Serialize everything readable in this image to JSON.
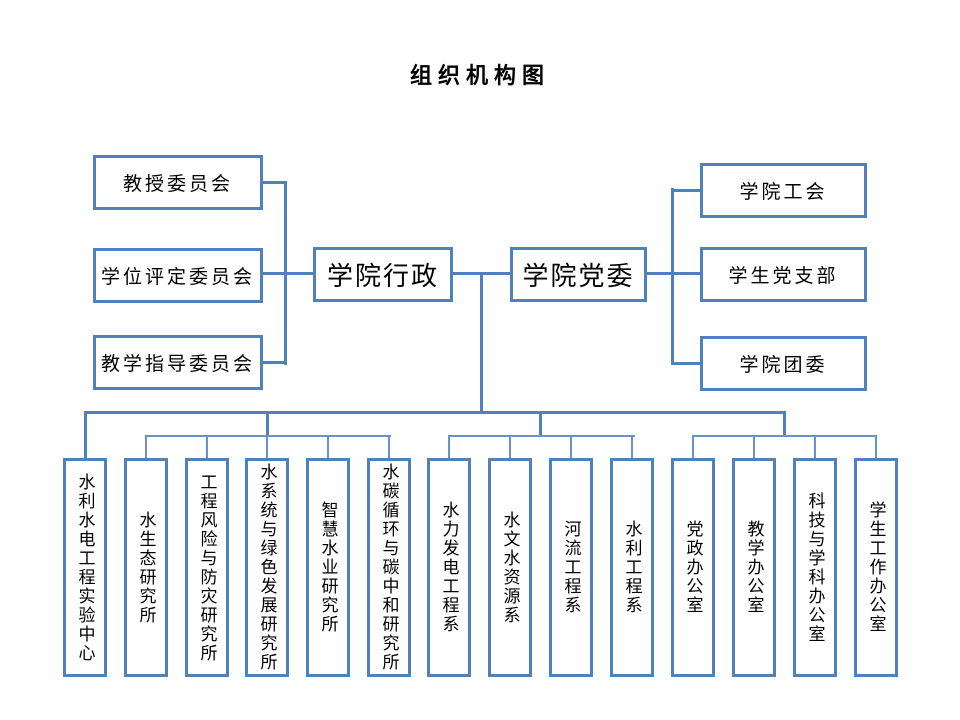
{
  "title": "组织机构图",
  "colors": {
    "line_blue": "#4f81bd",
    "box_fill": "#ffffff",
    "text": "#000000",
    "background": "#ffffff"
  },
  "org": {
    "admin": {
      "label": "学院行政",
      "committees": [
        "教授委员会",
        "学位评定委员会",
        "教学指导委员会"
      ]
    },
    "party": {
      "label": "学院党委",
      "organizations": [
        "学院工会",
        "学生党支部",
        "学院团委"
      ]
    },
    "departments": [
      "水利水电工程实验中心",
      "水生态研究所",
      "工程风险与防灾研究所",
      "水系统与绿色发展研究所",
      "智慧水业研究所",
      "水碳循环与碳中和研究所",
      "水力发电工程系",
      "水文水资源系",
      "河流工程系",
      "水利工程系",
      "党政办公室",
      "教学办公室",
      "科技与学科办公室",
      "学生工作办公室"
    ]
  }
}
